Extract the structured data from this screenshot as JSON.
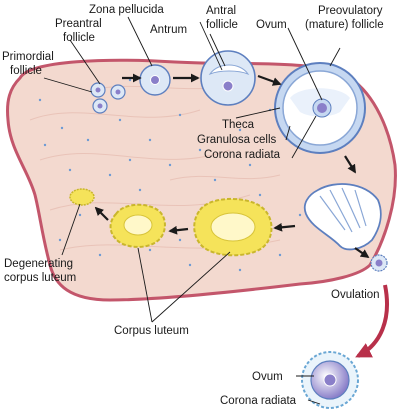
{
  "labels": {
    "zona_pellucida": "Zona pellucida",
    "preantral_follicle_l1": "Preantral",
    "preantral_follicle_l2": "follicle",
    "antral_follicle_l1": "Antral",
    "antral_follicle_l2": "follicle",
    "antrum": "Antrum",
    "ovum_top": "Ovum",
    "preovulatory_l1": "Preovulatory",
    "preovulatory_l2": "(mature) follicle",
    "primordial_l1": "Primordial",
    "primordial_l2": "follicle",
    "theca": "Theca",
    "granulosa_cells": "Granulosa cells",
    "corona_radiata_mid": "Corona radiata",
    "degenerating_l1": "Degenerating",
    "degenerating_l2": "corpus luteum",
    "ovulation": "Ovulation",
    "corpus_luteum": "Corpus luteum",
    "ovum_bottom": "Ovum",
    "corona_radiata_bottom": "Corona radiata"
  },
  "colors": {
    "ovary_tissue": "#f3d9cf",
    "ovary_edge": "#c3566b",
    "follicle_fill": "#dde8f6",
    "follicle_edge": "#5d7fbf",
    "ovum": "#8a7fc9",
    "corpus_luteum": "#f5e35a",
    "ovulation_arrow": "#b8304a"
  }
}
